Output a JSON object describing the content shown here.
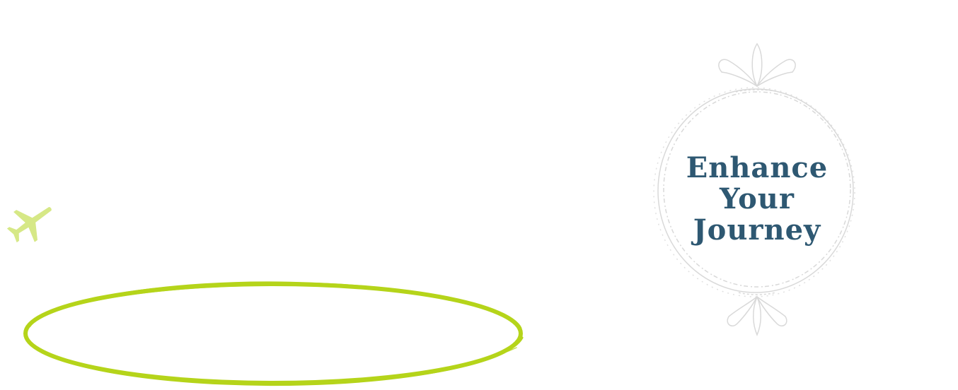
{
  "colors": {
    "accent_green": "#b5d41a",
    "plane_green": "#d6e886",
    "title_blue": "#2e5872",
    "badge_outline": "#d9d9d9"
  },
  "icons": {
    "plane": "airplane-icon",
    "badge": "ornamental-circle-badge"
  },
  "badge": {
    "title_lines": [
      "Enhance",
      "Your",
      "Journey"
    ]
  }
}
